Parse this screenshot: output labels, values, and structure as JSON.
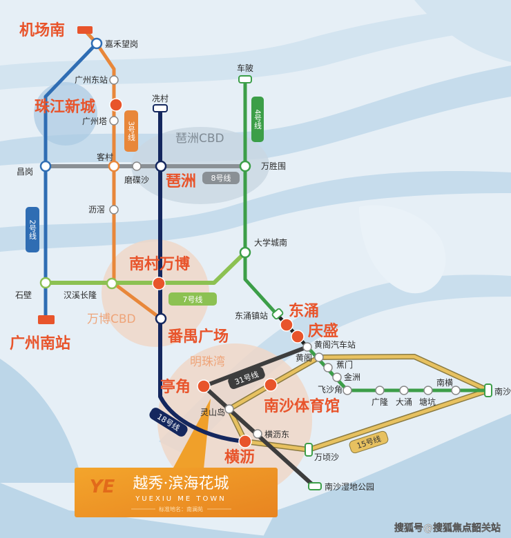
{
  "colors": {
    "line2": "#2f6db3",
    "line3": "#e8873a",
    "line4": "#3c9e48",
    "line7": "#8cc152",
    "line8": "#8a9095",
    "line15": "#e7c160",
    "line18": "#14275e",
    "line31": "#3d3d3d",
    "highlight": "#e8542b",
    "water": "#bcd6e8",
    "land": "#e6eff6"
  },
  "lines": {
    "l2": "2号线",
    "l3": "3号线",
    "l4": "4号线",
    "l7": "7号线",
    "l8": "8号线",
    "l15": "15号线",
    "l18": "18号线",
    "l31": "31号线"
  },
  "highlights": {
    "jichangnan": "机场南",
    "zhujiangxincheng": "珠江新城",
    "pazhou": "琶洲",
    "nancunwanbo": "南村万博",
    "guangzhounanzhan": "广州南站",
    "panyuguangchang": "番禺广场",
    "dongchong": "东涌",
    "qingsheng": "庆盛",
    "tingjiao": "亭角",
    "nanshatiyuguan": "南沙体育馆",
    "hengli": "横沥"
  },
  "areas": {
    "pazhou_cbd": "琶洲CBD",
    "wanbo_cbd": "万博CBD",
    "mingzhuwan": "明珠湾"
  },
  "stations": {
    "jiahewanggang": "嘉禾望岗",
    "guangzhoudongzhan": "广州东站",
    "guangzhouta": "广州塔",
    "xiancun": "冼村",
    "chebei": "车陂",
    "kecun": "客村",
    "changgang": "昌岗",
    "modiesha": "磨碟沙",
    "wanshengwei": "万胜围",
    "lijiao": "沥滘",
    "daxuechengnan": "大学城南",
    "shibi": "石壁",
    "hanxichanglong": "汉溪长隆",
    "dongchongzhenzhan": "东涌镇站",
    "huanggeqichezhan": "黄阁汽车站",
    "huangge": "黄阁",
    "jiaomen": "蕉门",
    "jinzhou": "金洲",
    "feishajiao": "飞沙角",
    "guanglong": "广隆",
    "dachong": "大涌",
    "tangkeng": "塘坑",
    "nanheng": "南横",
    "nansha": "南沙",
    "lingshandao": "灵山岛",
    "henglidong": "横沥东",
    "wanqingsha": "万顷沙",
    "nanshashidigongyuan": "南沙湿地公园"
  },
  "banner": {
    "title": "越秀·滨海花城",
    "subtitle": "YUEXIU ME TOWN",
    "note": "标准地名：南澜苑",
    "logo": "YE"
  },
  "watermark": "搜狐号@搜狐焦点韶关站"
}
